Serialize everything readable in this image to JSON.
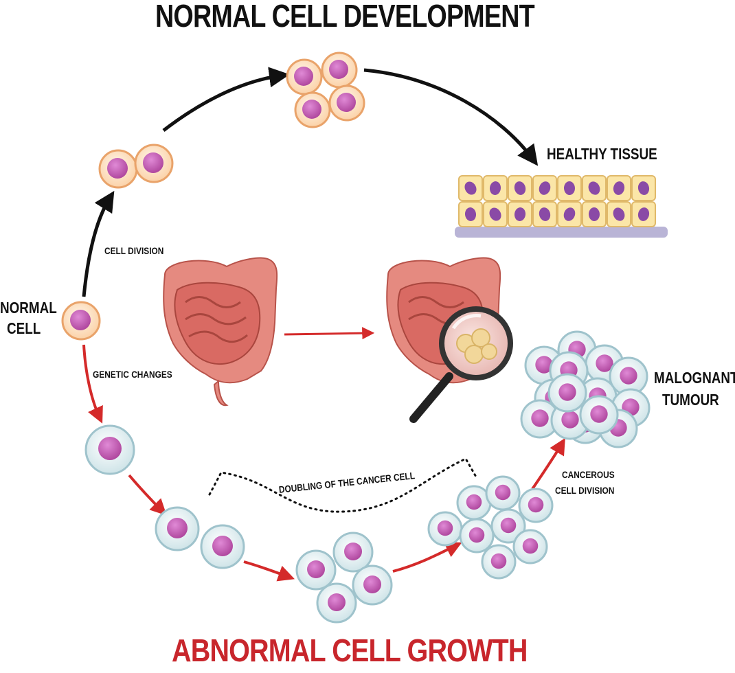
{
  "title": "NORMAL CELL DEVELOPMENT",
  "subtitle": "ABNORMAL CELL GROWTH",
  "labels": {
    "healthy_tissue": "HEALTHY TISSUE",
    "cell_division": "CELL DIVISION",
    "normal_cell_line1": "NORMAL",
    "normal_cell_line2": "CELL",
    "genetic_changes": "GENETIC CHANGES",
    "malignant_tumour_line1": "MALOGNANT",
    "malignant_tumour_line2": "TUMOUR",
    "doubling": "DOUBLING OF THE CANCER CELL",
    "cancerous_line1": "CANCEROUS",
    "cancerous_line2": "CELL DIVISION"
  },
  "colors": {
    "normal_cell_fill": "#fde3c8",
    "normal_cell_edge": "#e9a36a",
    "nucleus": "#c45bb8",
    "cancer_cell_fill": "#e3f0f2",
    "cancer_cell_edge": "#9fc3cc",
    "red_arrow": "#d42a2a",
    "black_arrow": "#111111",
    "intestine": "#e58a80",
    "title_red": "#c8262c"
  }
}
